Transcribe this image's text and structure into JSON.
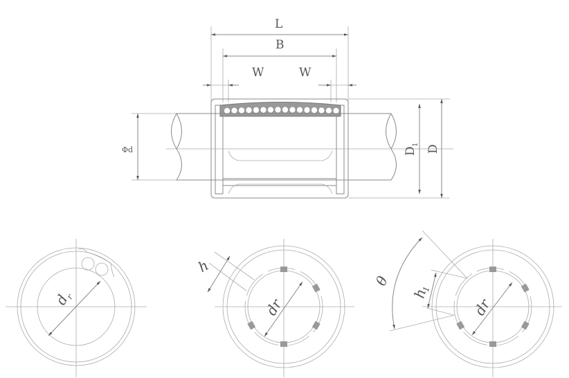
{
  "labels": {
    "L": "L",
    "B": "B",
    "W_left": "W",
    "W_right": "W",
    "phi_d": "Φd",
    "D1": "D",
    "D1_sub": "1",
    "D": "D",
    "dr_1": "d",
    "dr_1_sub": "r",
    "h": "h",
    "dr_2": "dr",
    "theta": "θ",
    "h1": "h",
    "h1_sub": "1",
    "dr_3": "dr"
  },
  "colors": {
    "line": "#888888",
    "fill": "#999999"
  }
}
